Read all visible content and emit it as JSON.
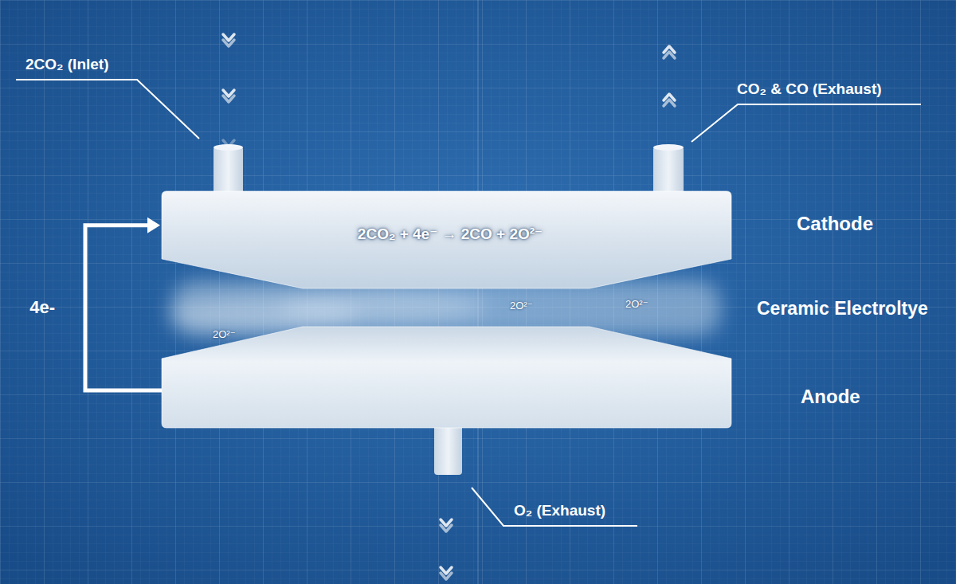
{
  "diagram": {
    "nodes": [
      {
        "text": [
          "2CO₂ + 4e⁻ → 2CO + 2O²⁻",
          "Cathode"
        ]
      },
      {
        "text": [
          "2O²⁻",
          "2O²⁻",
          "2O²⁻",
          "Ceramic Electroltye"
        ]
      },
      {
        "text": [
          "Anode"
        ]
      }
    ],
    "edges": [
      {
        "from": 2,
        "to": 0,
        "label": "4e-",
        "arrow": "to"
      }
    ],
    "labels": [
      "2CO₂ (Inlet)",
      "CO₂ & CO (Exhaust)",
      "O₂ (Exhaust)"
    ]
  }
}
